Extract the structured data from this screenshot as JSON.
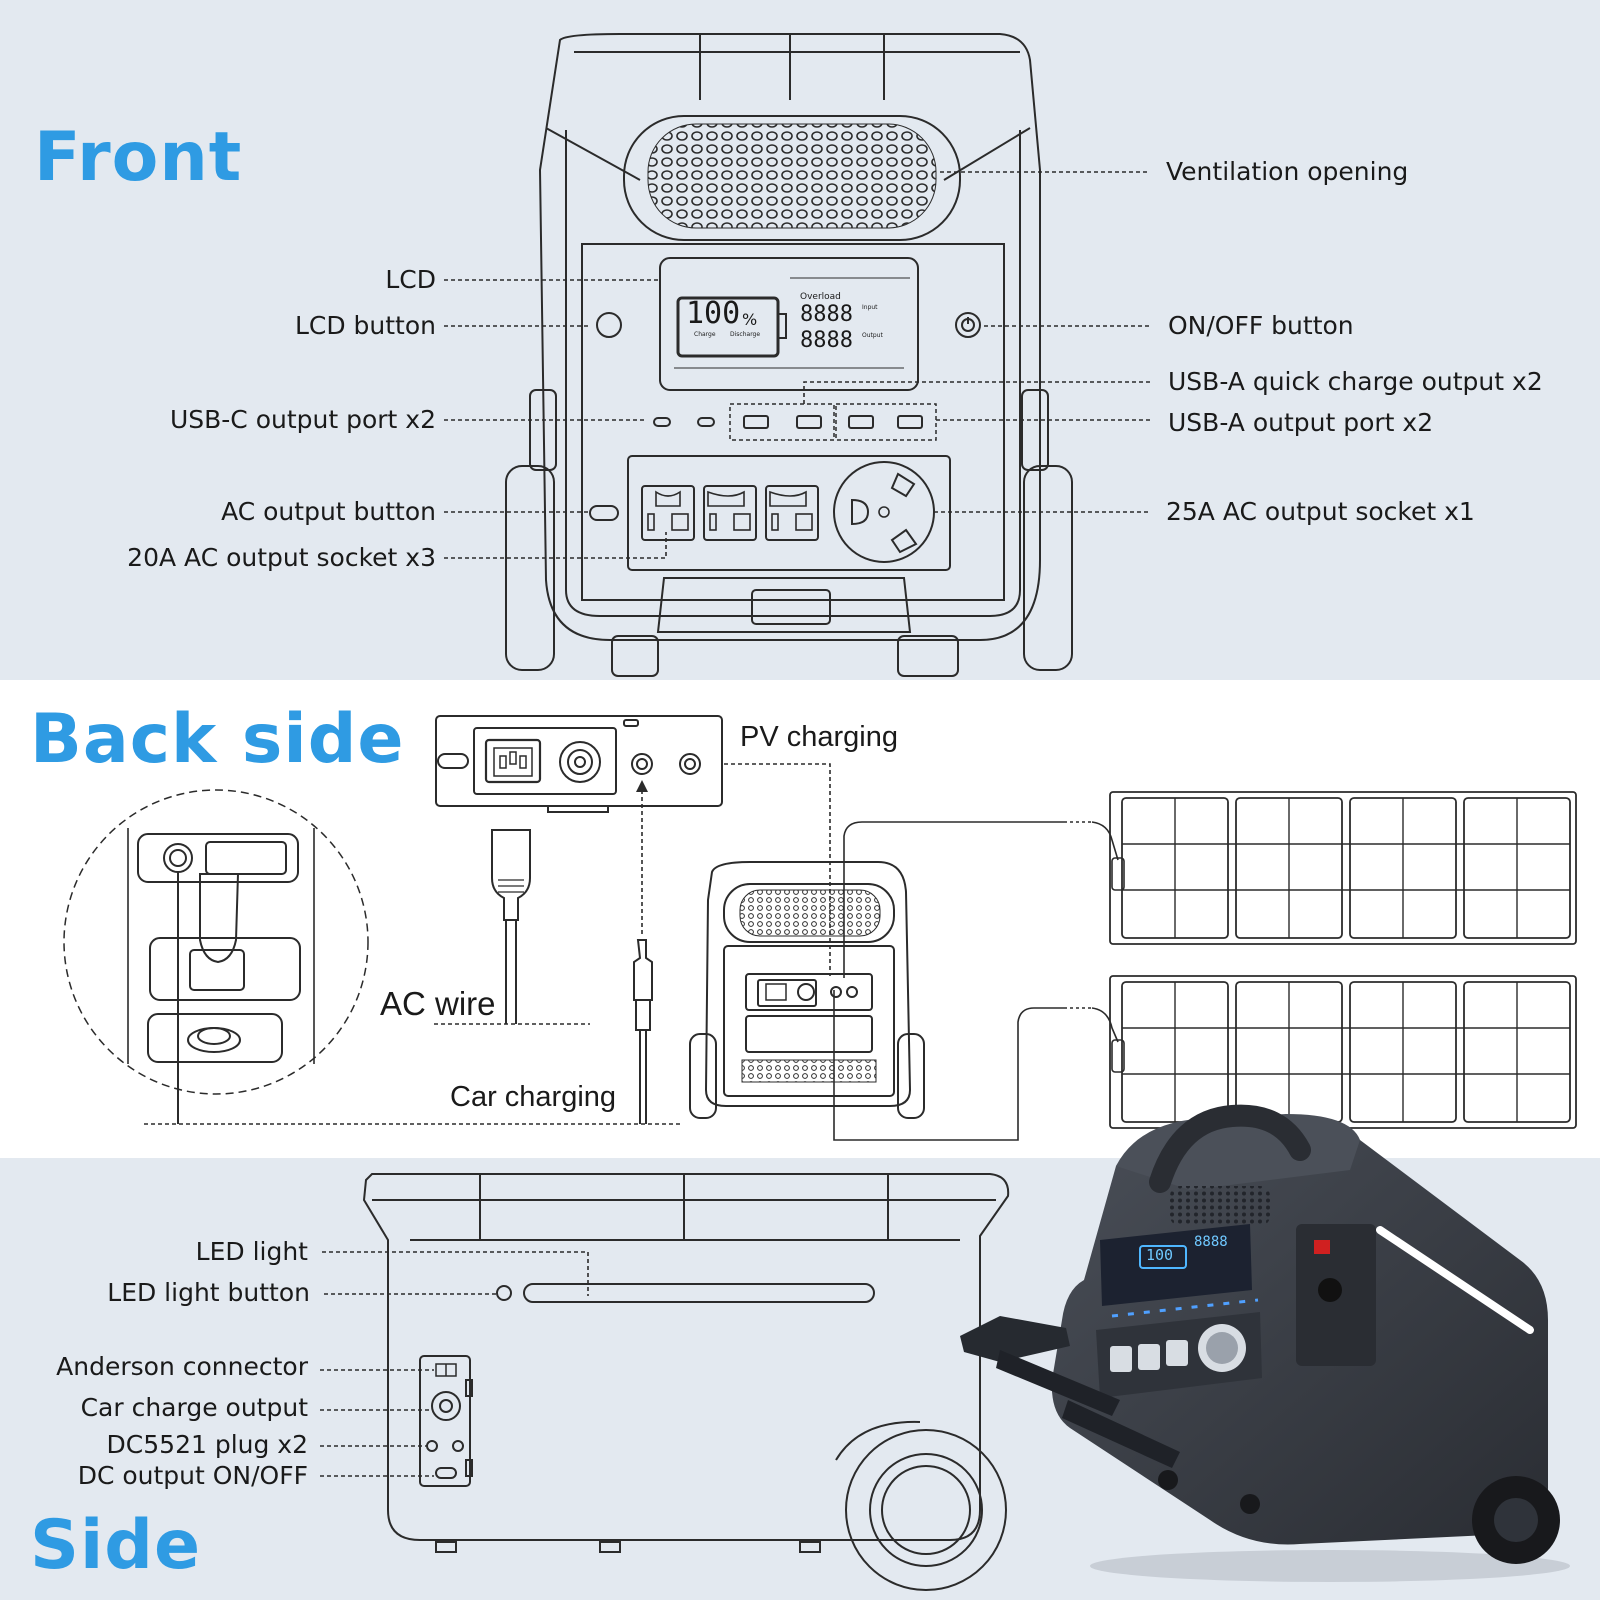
{
  "colors": {
    "heading": "#2f9be3",
    "band_light": "#e3e9f0",
    "band_white": "#ffffff",
    "line": "#2b2b2b",
    "product_body": "#3b3f47"
  },
  "front": {
    "heading": "Front",
    "labels": {
      "ventilation": "Ventilation opening",
      "lcd": "LCD",
      "lcd_button": "LCD button",
      "on_off": "ON/OFF button",
      "usb_a_quick": "USB-A quick charge output x2",
      "usb_c": "USB-C output port x2",
      "usb_a": "USB-A output port x2",
      "ac_button": "AC output button",
      "ac_25a": "25A AC output socket x1",
      "ac_20a": "20A AC output socket x3"
    },
    "lcd_screen": {
      "percent": "100",
      "percent_sign": "%",
      "overload": "Overload",
      "input_value": "8888",
      "output_value": "8888",
      "input_tag": "Input",
      "output_tag": "Output",
      "charge_tag": "Charge",
      "discharge_tag": "Discharge"
    }
  },
  "back": {
    "heading": "Back side",
    "labels": {
      "pv_charging": "PV charging",
      "ac_wire": "AC wire",
      "car_charging": "Car charging"
    }
  },
  "side": {
    "heading": "Side",
    "labels": {
      "led_light": "LED light",
      "led_button": "LED light button",
      "anderson": "Anderson connector",
      "car_output": "Car charge output",
      "dc5521": "DC5521 plug x2",
      "dc_onoff": "DC output ON/OFF"
    }
  },
  "product_photo": {
    "lcd_percent": "100",
    "lcd_digits": "8888"
  }
}
